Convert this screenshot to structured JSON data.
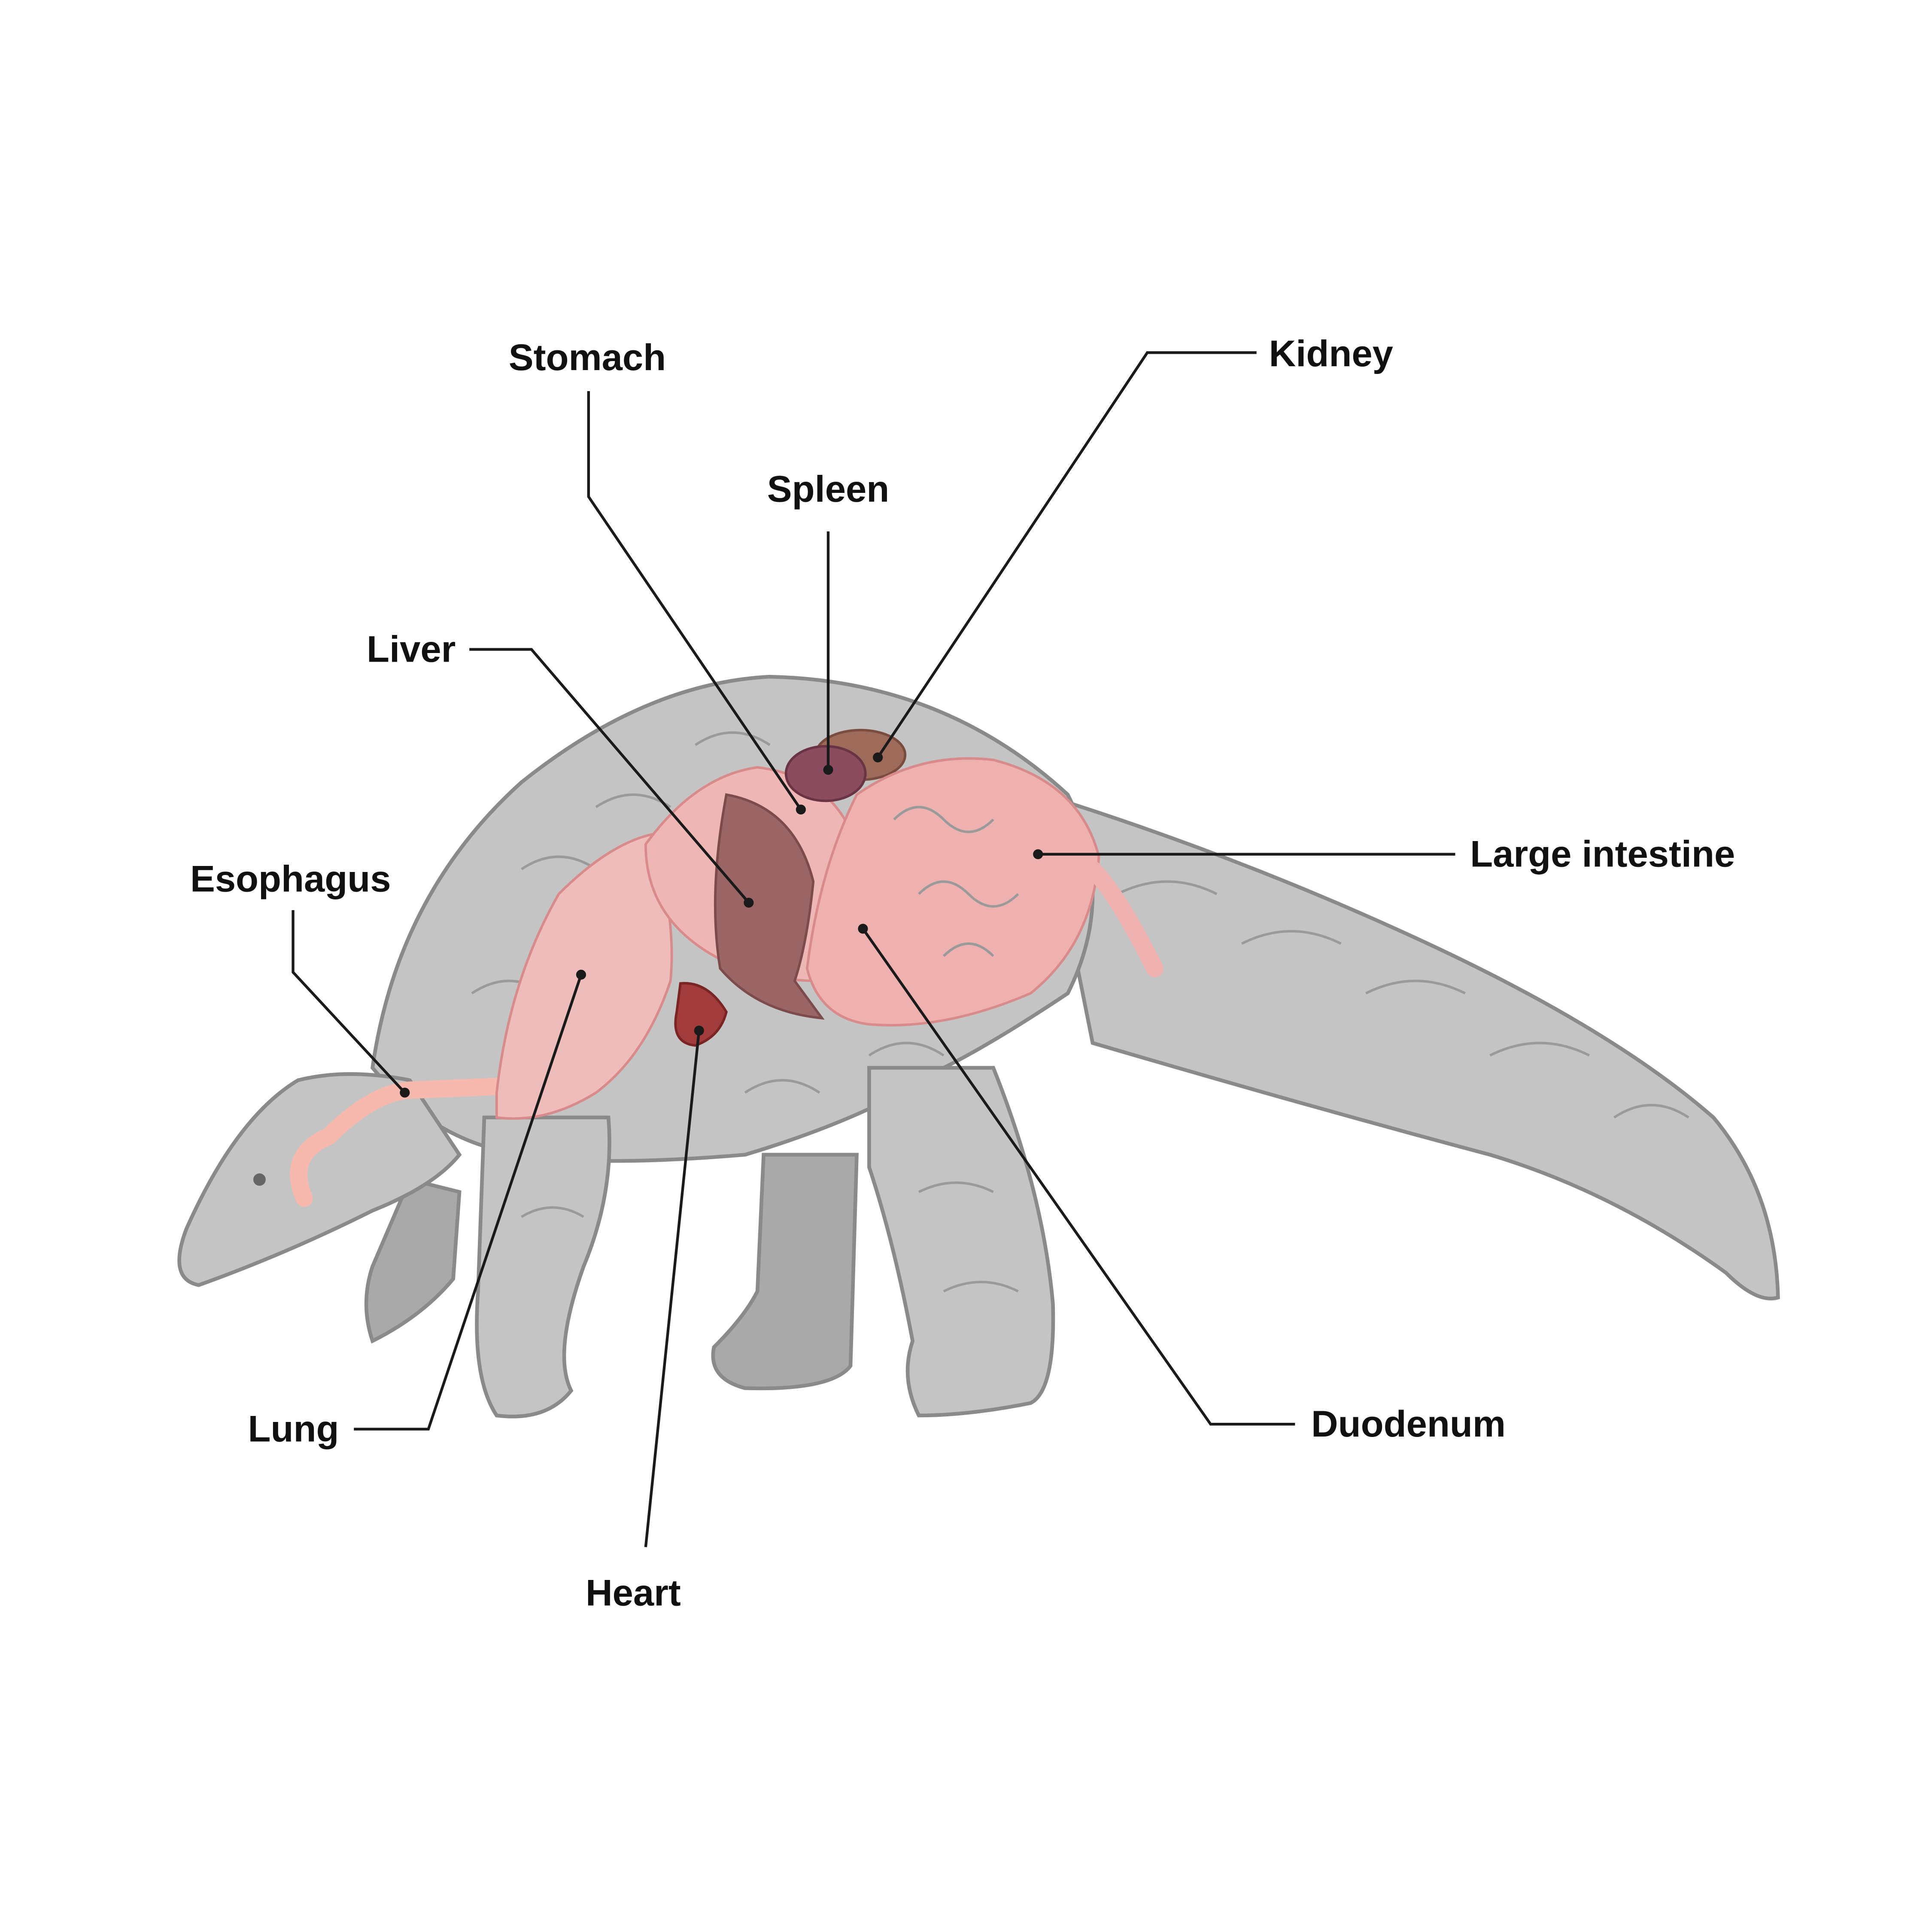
{
  "title": "Pangolin internal anatomy",
  "labels": {
    "stomach": "Stomach",
    "spleen": "Spleen",
    "kidney": "Kidney",
    "liver": "Liver",
    "esophagus": "Esophagus",
    "large_intestine": "Large intestine",
    "lung": "Lung",
    "heart": "Heart",
    "duodenum": "Duodenum"
  },
  "colors": {
    "body": "#c4c4c4",
    "organ_pink": "#efb6b6",
    "liver": "#9c6565",
    "heart": "#a23b3b",
    "spleen": "#8a4c5e",
    "kidney": "#9e6a5a",
    "esophagus": "#f7b9ae"
  }
}
